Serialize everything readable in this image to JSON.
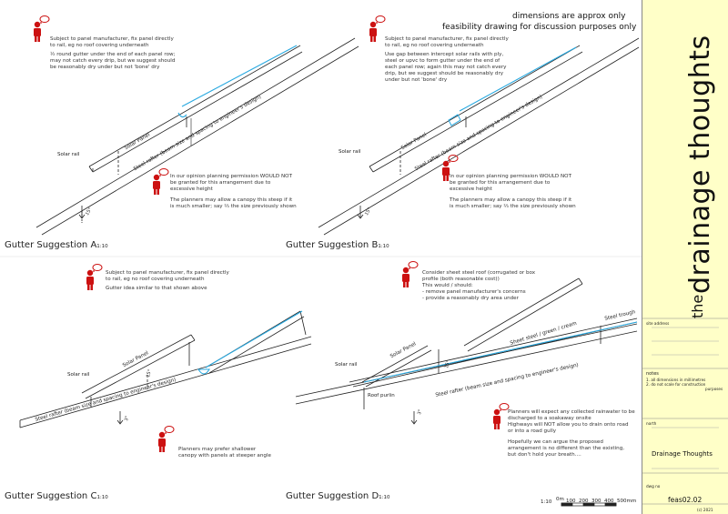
{
  "header": {
    "line1": "dimensions are approx only",
    "line2": "feasibility drawing for discussion purposes only"
  },
  "brand": {
    "the": "the",
    "main": "drainage thoughts"
  },
  "titleblock": {
    "site_address_label": "site address",
    "notes_label": "notes",
    "notes": [
      "1. all dimensions in millimetres",
      "2. do not scale for construction",
      "purposes"
    ],
    "north_label": "north",
    "client": "Drainage Thoughts",
    "drg_no_label": "dwg no",
    "drg_no": "feas02.02",
    "rev": "(c) 2021"
  },
  "scale": {
    "ratio": "1:10",
    "ticks": [
      "0m",
      "100",
      "200",
      "300",
      "400",
      "500mm"
    ]
  },
  "panels": {
    "A": {
      "caption": "Gutter Suggestion A",
      "caption_scale": "1:10",
      "note1": [
        "Subject to panel manufacturer, fix panel directly",
        "to rail, eg no roof covering underneath",
        "½ round gutter under the end of each panel row;",
        "may not catch every drip, but we suggest should",
        "be reasonably dry under but not 'bone' dry"
      ],
      "note2": [
        "In our opinion planning permission WOULD NOT",
        "be granted for this arrangement due to",
        "excessive height",
        "The planners may allow a canopy this steep if it",
        "is much smaller; say ⅔ the size previously shown"
      ],
      "solar_rail": "Solar rail",
      "solar_panel": "Solar Panel",
      "rafter": "Steel rafter (beam size and spacing to engineer's design)",
      "angle": "15°"
    },
    "B": {
      "caption": "Gutter Suggestion B",
      "caption_scale": "1:10",
      "note1": [
        "Subject to panel manufacturer, fix panel directly",
        "to rail, eg no roof covering underneath",
        "Use gap between intercept solar rails with ply,",
        "steel or upvc to form gutter under the end of",
        "each panel row; again this may not catch every",
        "drip, but we suggest should be reasonably dry",
        "under but not 'bone' dry"
      ],
      "note2": [
        "In our opinion planning permission WOULD NOT",
        "be granted for this arrangement due to",
        "excessive height",
        "The planners may allow a canopy this steep if it",
        "is much smaller; say ⅔ the size previously shown"
      ],
      "solar_rail": "Solar rail",
      "solar_panel": "Solar Panel",
      "rafter": "Steel rafter (beam size and spacing to engineer's design)",
      "angle": "15°"
    },
    "C": {
      "caption": "Gutter Suggestion C",
      "caption_scale": "1:10",
      "note1": [
        "Subject to panel manufacturer, fix panel directly",
        "to rail, eg no roof covering underneath",
        "Gutter idea similar to that shown above"
      ],
      "note2": [
        "Planners may prefer shallower",
        "canopy with panels at steeper angle"
      ],
      "solar_rail": "Solar rail",
      "solar_panel": "Solar Panel",
      "rafter": "Steel rafter (beam size and spacing to engineer's design)",
      "angle": "15°",
      "angle2": "3°"
    },
    "D": {
      "caption": "Gutter Suggestion D",
      "caption_scale": "1:10",
      "note1": [
        "Consider sheet steel roof (corrugated or box",
        "profile (both reasonable cost))",
        "This would / should:",
        "-     remove panel manufacturer's concerns",
        "-     provide a reasonably dry area under"
      ],
      "note2": [
        "Planners will expect any collected rainwater to be",
        "discharged to a soakaway onsite",
        "Highways will NOT allow you to drain onto road",
        "or into a road gully",
        "Hopefully we can argue the proposed",
        "arrangement is no different than the existing,",
        "but don't hold your breath...."
      ],
      "solar_rail": "Solar rail",
      "solar_panel": "Solar Panel",
      "roof_purlin": "Roof purlin",
      "sheet_steel": "Sheet steel / green / cream",
      "steel_trough": "Steel trough",
      "rafter": "Steel rafter (beam size and spacing to engineer's design)",
      "angle": "3°",
      "angle2": "15°"
    }
  },
  "colors": {
    "gutter_blue": "#29a9e0",
    "icon_red": "#cc1111",
    "titleblock_bg": "#ffffc8",
    "line": "#222222"
  }
}
